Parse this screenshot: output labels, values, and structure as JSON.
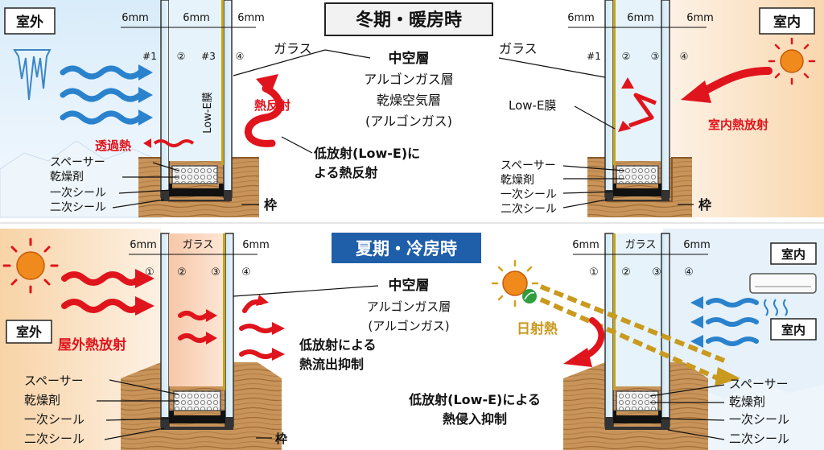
{
  "winter": {
    "title": "冬期・暖房時",
    "outdoor_label": "室外",
    "indoor_label": "室内",
    "left": {
      "gap_labels": [
        "6mm",
        "6mm",
        "6mm"
      ],
      "surface_numbers": [
        "#1",
        "②",
        "#3",
        "④"
      ],
      "lowe_label": "Low-E膜",
      "heat_reflect_label": "熱反射",
      "transmit_label": "透過熱",
      "glass_label": "ガラス",
      "parts": [
        "スペーサー",
        "乾燥剤",
        "一次シール",
        "二次シール"
      ],
      "frame_label": "枠"
    },
    "center": {
      "hollow_title": "中空層",
      "hollow_lines": [
        "アルゴンガス層",
        "乾燥空気層",
        "(アルゴンガス)"
      ],
      "lowe_reflect_lines": [
        "低放射(Low-E)に",
        "よる熱反射"
      ]
    },
    "right": {
      "gap_labels": [
        "6mm",
        "6mm",
        "6mm"
      ],
      "surface_numbers": [
        "#1",
        "②",
        "③",
        "④"
      ],
      "glass_label": "ガラス",
      "lowe_label": "Low-E膜",
      "indoor_radiation_label": "室内熱放射",
      "parts": [
        "スペーサー",
        "乾燥剤",
        "一次シール",
        "二次シール"
      ],
      "frame_label": "枠"
    }
  },
  "summer": {
    "title": "夏期・冷房時",
    "outdoor_label": "室外",
    "indoor_label_top": "室内",
    "indoor_label": "室内",
    "left": {
      "gap_labels": [
        "6mm",
        "ガラス",
        "6mm"
      ],
      "surface_numbers": [
        "①",
        "②",
        "③",
        "④"
      ],
      "outdoor_radiation_label": "屋外熱放射",
      "parts": [
        "スペーサー",
        "乾燥剤",
        "一次シール",
        "二次シール"
      ],
      "frame_label": "枠"
    },
    "center": {
      "hollow_title": "中空層",
      "hollow_lines": [
        "アルゴンガス層",
        "(アルゴンガス)"
      ],
      "outflow_lines": [
        "低放射による",
        "熱流出抑制"
      ],
      "intrusion_lines": [
        "低放射(Low-E)による",
        "熱侵入抑制"
      ]
    },
    "right": {
      "gap_labels": [
        "6mm",
        "ガラス",
        "6mm"
      ],
      "surface_numbers": [
        "①",
        "②",
        "③",
        "④"
      ],
      "solar_label": "日射熱",
      "parts": [
        "スペーサー",
        "乾燥剤",
        "一次シール",
        "二次シール"
      ]
    }
  },
  "colors": {
    "cold_bg": "#dcecf8",
    "warm_bg": "#fbe3c8",
    "heat_red": "#e0141c",
    "cold_blue": "#2a82cc",
    "solar_gold": "#c99a1e",
    "summer_banner": "#1f5ea8",
    "wood": "#c8945a",
    "lowe_film": "#c8a51a"
  },
  "icons": [
    "icicle-icon",
    "sun-icon",
    "air-conditioner-icon",
    "leaf-icon"
  ]
}
